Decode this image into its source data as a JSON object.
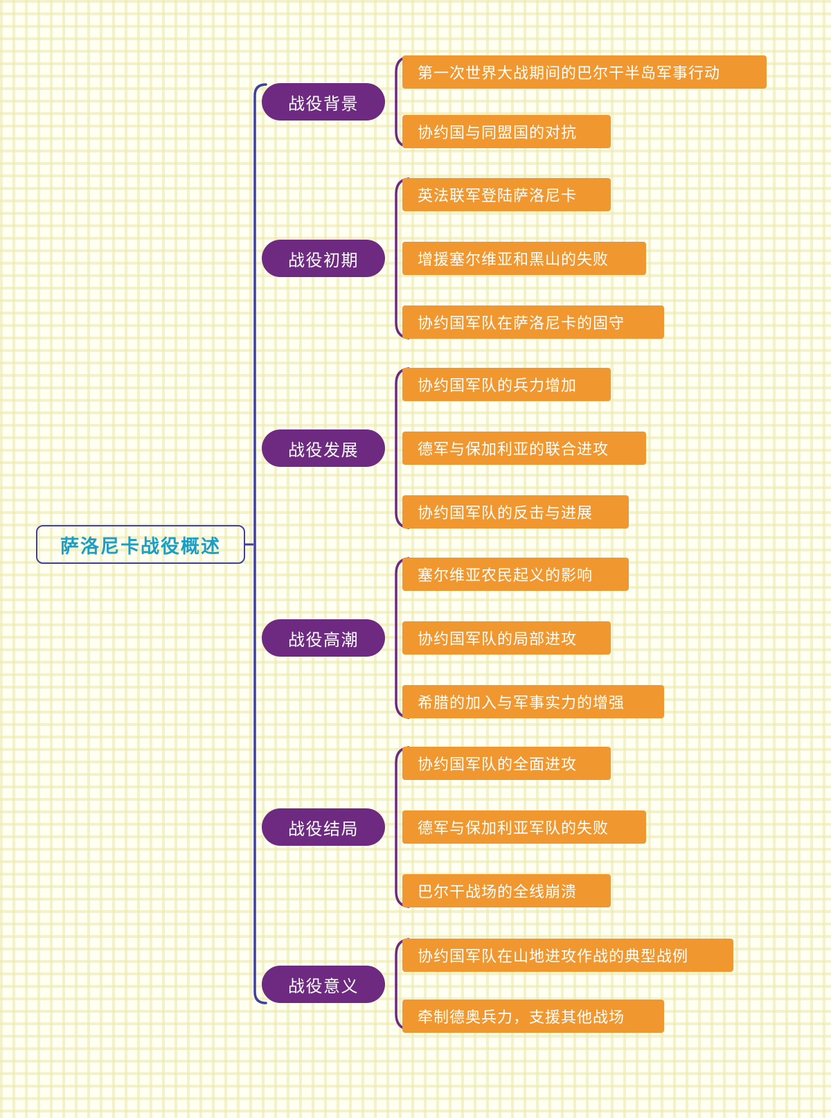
{
  "diagram": {
    "type": "mind-map",
    "orientation": "left-to-right",
    "colors": {
      "background": "#fffff2",
      "grid_line": "#ece8aa",
      "root_border": "#3f3f9e",
      "root_text": "#1b9ec4",
      "branch_fill": "#6d2a80",
      "branch_text": "#ffffff",
      "leaf_fill": "#f0982f",
      "leaf_text": "#ffffff",
      "spine_line": "#3f3f9e",
      "brace_line": "#6d2a80"
    },
    "root": {
      "label": "萨洛尼卡战役概述"
    },
    "branches": [
      {
        "label": "战役背景",
        "leaves": [
          "第一次世界大战期间的巴尔干半岛军事行动",
          "协约国与同盟国的对抗"
        ]
      },
      {
        "label": "战役初期",
        "leaves": [
          "英法联军登陆萨洛尼卡",
          "增援塞尔维亚和黑山的失败",
          "协约国军队在萨洛尼卡的固守"
        ]
      },
      {
        "label": "战役发展",
        "leaves": [
          "协约国军队的兵力增加",
          "德军与保加利亚的联合进攻",
          "协约国军队的反击与进展"
        ]
      },
      {
        "label": "战役高潮",
        "leaves": [
          "塞尔维亚农民起义的影响",
          "协约国军队的局部进攻",
          "希腊的加入与军事实力的增强"
        ]
      },
      {
        "label": "战役结局",
        "leaves": [
          "协约国军队的全面进攻",
          "德军与保加利亚军队的失败",
          "巴尔干战场的全线崩溃"
        ]
      },
      {
        "label": "战役意义",
        "leaves": [
          "协约国军队在山地进攻作战的典型战例",
          "牵制德奥兵力，支援其他战场"
        ]
      }
    ]
  }
}
